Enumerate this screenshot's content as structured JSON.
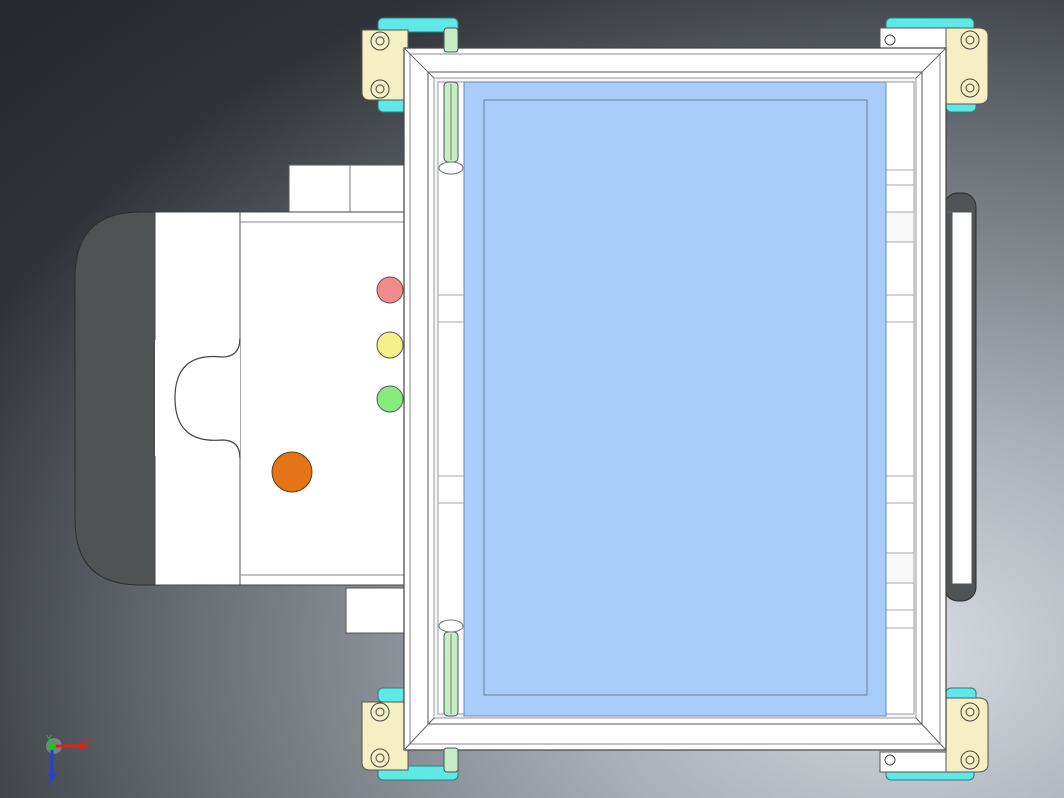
{
  "window": {
    "title": ""
  },
  "triad": {
    "x_label": "X",
    "y_label": "Y",
    "z_label": "Z"
  },
  "colors": {
    "background_dark": "#26292d",
    "background_light": "#d6dade",
    "screen_blue": "#a7cdf8",
    "frame_white": "#ffffff",
    "corner_yellow": "#f5efc4",
    "wheel_cyan": "#5ee8e6",
    "belt_green": "#c8ecc4",
    "indicator_red": "#f28b8b",
    "indicator_yellow": "#f5f08a",
    "indicator_green": "#86ec7c",
    "button_orange": "#e47418",
    "handle_gray": "#505456"
  },
  "icons": [
    "axis-triad-icon"
  ]
}
